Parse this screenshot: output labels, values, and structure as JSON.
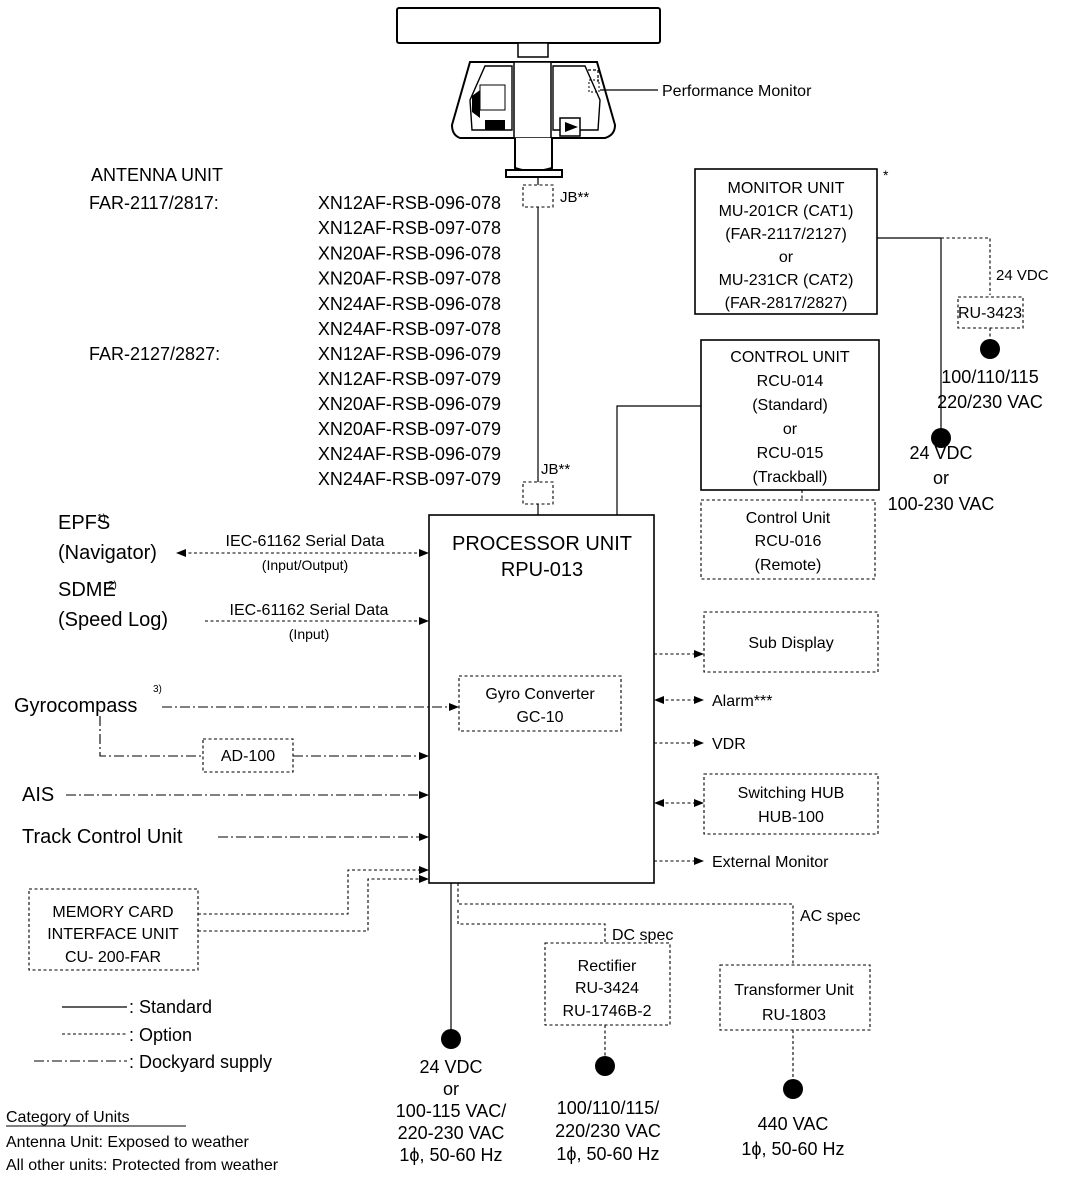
{
  "antenna": {
    "perf_monitor": "Performance Monitor",
    "heading": "ANTENNA UNIT",
    "group1_label": "FAR-2117/2817:",
    "group1_models": [
      "XN12AF-RSB-096-078",
      "XN12AF-RSB-097-078",
      "XN20AF-RSB-096-078",
      "XN20AF-RSB-097-078",
      "XN24AF-RSB-096-078",
      "XN24AF-RSB-097-078"
    ],
    "group2_label": "FAR-2127/2827:",
    "group2_models": [
      "XN12AF-RSB-096-079",
      "XN12AF-RSB-097-079",
      "XN20AF-RSB-096-079",
      "XN20AF-RSB-097-079",
      "XN24AF-RSB-096-079",
      "XN24AF-RSB-097-079"
    ],
    "jb_top": "JB**",
    "jb_bottom": "JB**"
  },
  "monitor_unit": {
    "star": "*",
    "lines": [
      "MONITOR UNIT",
      "MU-201CR (CAT1)",
      "(FAR-2117/2127)",
      "or",
      "MU-231CR (CAT2)",
      "(FAR-2817/2827)"
    ],
    "vdc_label": "24 VDC",
    "ru": "RU-3423",
    "ac_lines": [
      "100/110/115",
      "220/230 VAC"
    ],
    "power_lines": [
      "24 VDC",
      "or",
      "100-230 VAC"
    ]
  },
  "control_unit": {
    "lines": [
      "CONTROL UNIT",
      "RCU-014",
      "(Standard)",
      "or",
      "RCU-015",
      "(Trackball)"
    ],
    "remote_lines": [
      "Control Unit",
      "RCU-016",
      "(Remote)"
    ]
  },
  "processor": {
    "lines": [
      "PROCESSOR UNIT",
      "RPU-013"
    ],
    "gyro_conv": [
      "Gyro Converter",
      "GC-10"
    ]
  },
  "inputs": {
    "epfs": "EPFS",
    "epfs_sup": "1)",
    "epfs_sub": "(Navigator)",
    "epfs_data": "IEC-61162 Serial Data",
    "epfs_io": "(Input/Output)",
    "sdme": "SDME",
    "sdme_sup": "2)",
    "sdme_sub": "(Speed Log)",
    "sdme_data": "IEC-61162 Serial Data",
    "sdme_io": "(Input)",
    "gyro": "Gyrocompass",
    "gyro_sup": "3)",
    "ad": "AD-100",
    "ais": "AIS",
    "track": "Track Control Unit"
  },
  "memory": {
    "lines": [
      "MEMORY CARD",
      "INTERFACE UNIT",
      "CU- 200-FAR"
    ]
  },
  "outputs": {
    "sub_display": "Sub Display",
    "alarm": "Alarm***",
    "vdr": "VDR",
    "hub": [
      "Switching HUB",
      "HUB-100"
    ],
    "ext_monitor": "External Monitor"
  },
  "power": {
    "main": [
      "24 VDC",
      "or",
      "100-115 VAC/",
      "220-230 VAC",
      "1ϕ, 50-60 Hz"
    ],
    "dc_spec": "DC spec",
    "ac_spec": "AC spec",
    "rectifier": [
      "Rectifier",
      "RU-3424",
      "RU-1746B-2"
    ],
    "rect_power": [
      "100/110/115/",
      "220/230 VAC",
      "1ϕ, 50-60 Hz"
    ],
    "transformer": [
      "Transformer Unit",
      "RU-1803"
    ],
    "trans_power": [
      "440 VAC",
      "1ϕ, 50-60 Hz"
    ]
  },
  "legend": {
    "standard": ": Standard",
    "option": ": Option",
    "dockyard": ": Dockyard supply"
  },
  "category": {
    "title": "Category of Units",
    "line1": "Antenna Unit: Exposed to weather",
    "line2": "All other units: Protected from weather"
  }
}
